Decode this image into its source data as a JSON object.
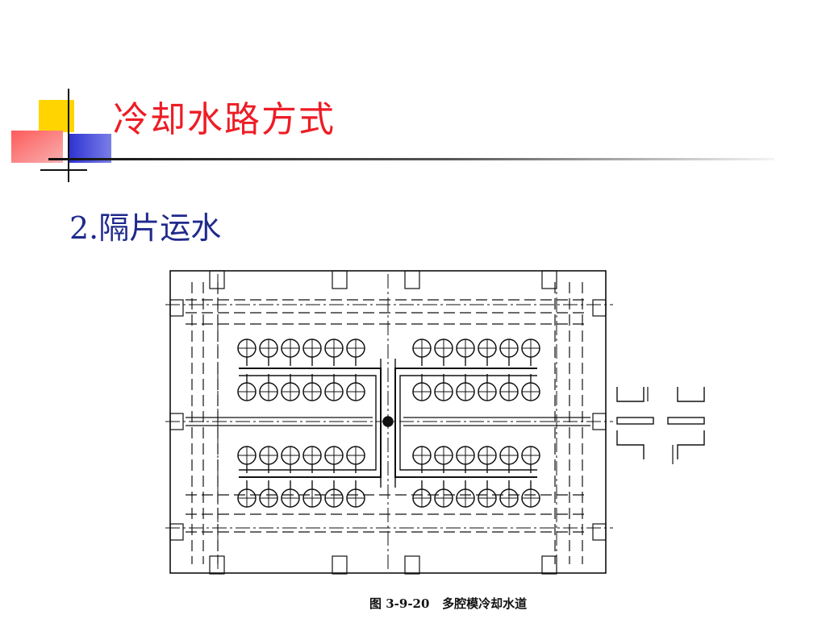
{
  "slide": {
    "title": "冷却水路方式",
    "subtitle": "2.隔片运水"
  },
  "figure": {
    "caption": "图 3-9-20   多腔模冷却水道"
  },
  "colors": {
    "title": "#ee1c25",
    "subtitle": "#1f2a8c",
    "deco_yellow": "#ffd400",
    "deco_blue": "#3a3fd6",
    "deco_red": "#f03a3a"
  }
}
